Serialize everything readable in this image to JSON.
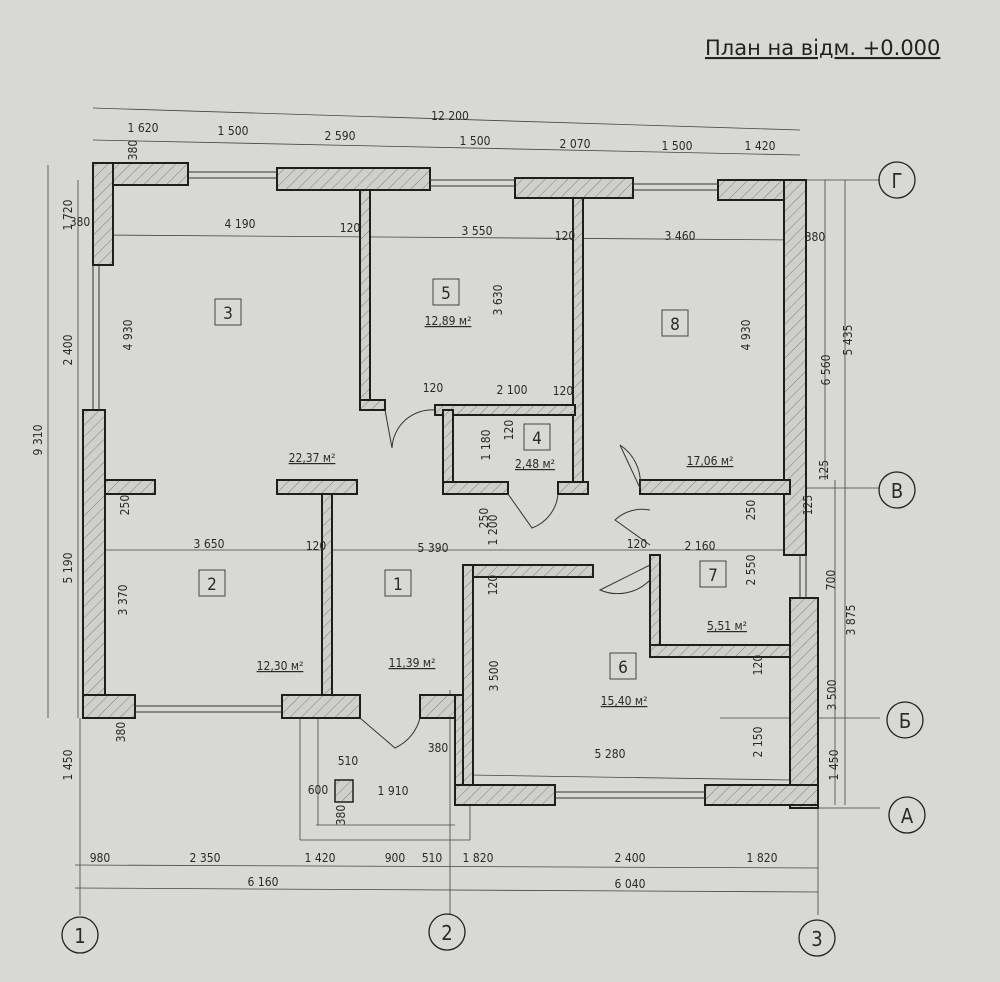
{
  "title": "План на відм. +0.000",
  "top_total": "12 200",
  "top_chain": [
    "1 620",
    "1 500",
    "2 590",
    "1 500",
    "2 070",
    "1 500",
    "1 420"
  ],
  "bottom_chain": [
    "980",
    "2 350",
    "1 420",
    "900",
    "510",
    "1 820",
    "2 400",
    "1 820"
  ],
  "bottom_total": [
    "6 160",
    "6 040"
  ],
  "left_chain": [
    "1 720",
    "2 400",
    "5 190",
    "1 450"
  ],
  "left_total": "9 310",
  "right_dims": [
    "6 560",
    "5 435",
    "125",
    "125",
    "700",
    "3 875",
    "3 500",
    "1 450"
  ],
  "interior_dims": [
    "380",
    "380",
    "4 190",
    "120",
    "3 550",
    "120",
    "3 460",
    "380",
    "4 930",
    "3 630",
    "4 930",
    "120",
    "2 100",
    "120",
    "1 180",
    "120",
    "250",
    "3 650",
    "120",
    "5 390",
    "1 200",
    "250",
    "120",
    "2 160",
    "250",
    "2 550",
    "3 370",
    "120",
    "3 500",
    "120",
    "2 150",
    "380",
    "380",
    "5 280",
    "510",
    "600",
    "1 910",
    "380"
  ],
  "axes_x": [
    "1",
    "2",
    "3"
  ],
  "axes_y": [
    "Г",
    "В",
    "Б",
    "А"
  ],
  "rooms": [
    {
      "number": "1",
      "area": "11,39 м²"
    },
    {
      "number": "2",
      "area": "12,30 м²"
    },
    {
      "number": "3",
      "area": "22,37 м²"
    },
    {
      "number": "4",
      "area": "2,48 м²"
    },
    {
      "number": "5",
      "area": "12,89 м²"
    },
    {
      "number": "6",
      "area": "15,40 м²"
    },
    {
      "number": "7",
      "area": "5,51 м²"
    },
    {
      "number": "8",
      "area": "17,06 м²"
    }
  ],
  "colors": {
    "paper": "#d8d8d5",
    "ink": "#1e1e1e",
    "hatch": "#6a6a6a"
  }
}
